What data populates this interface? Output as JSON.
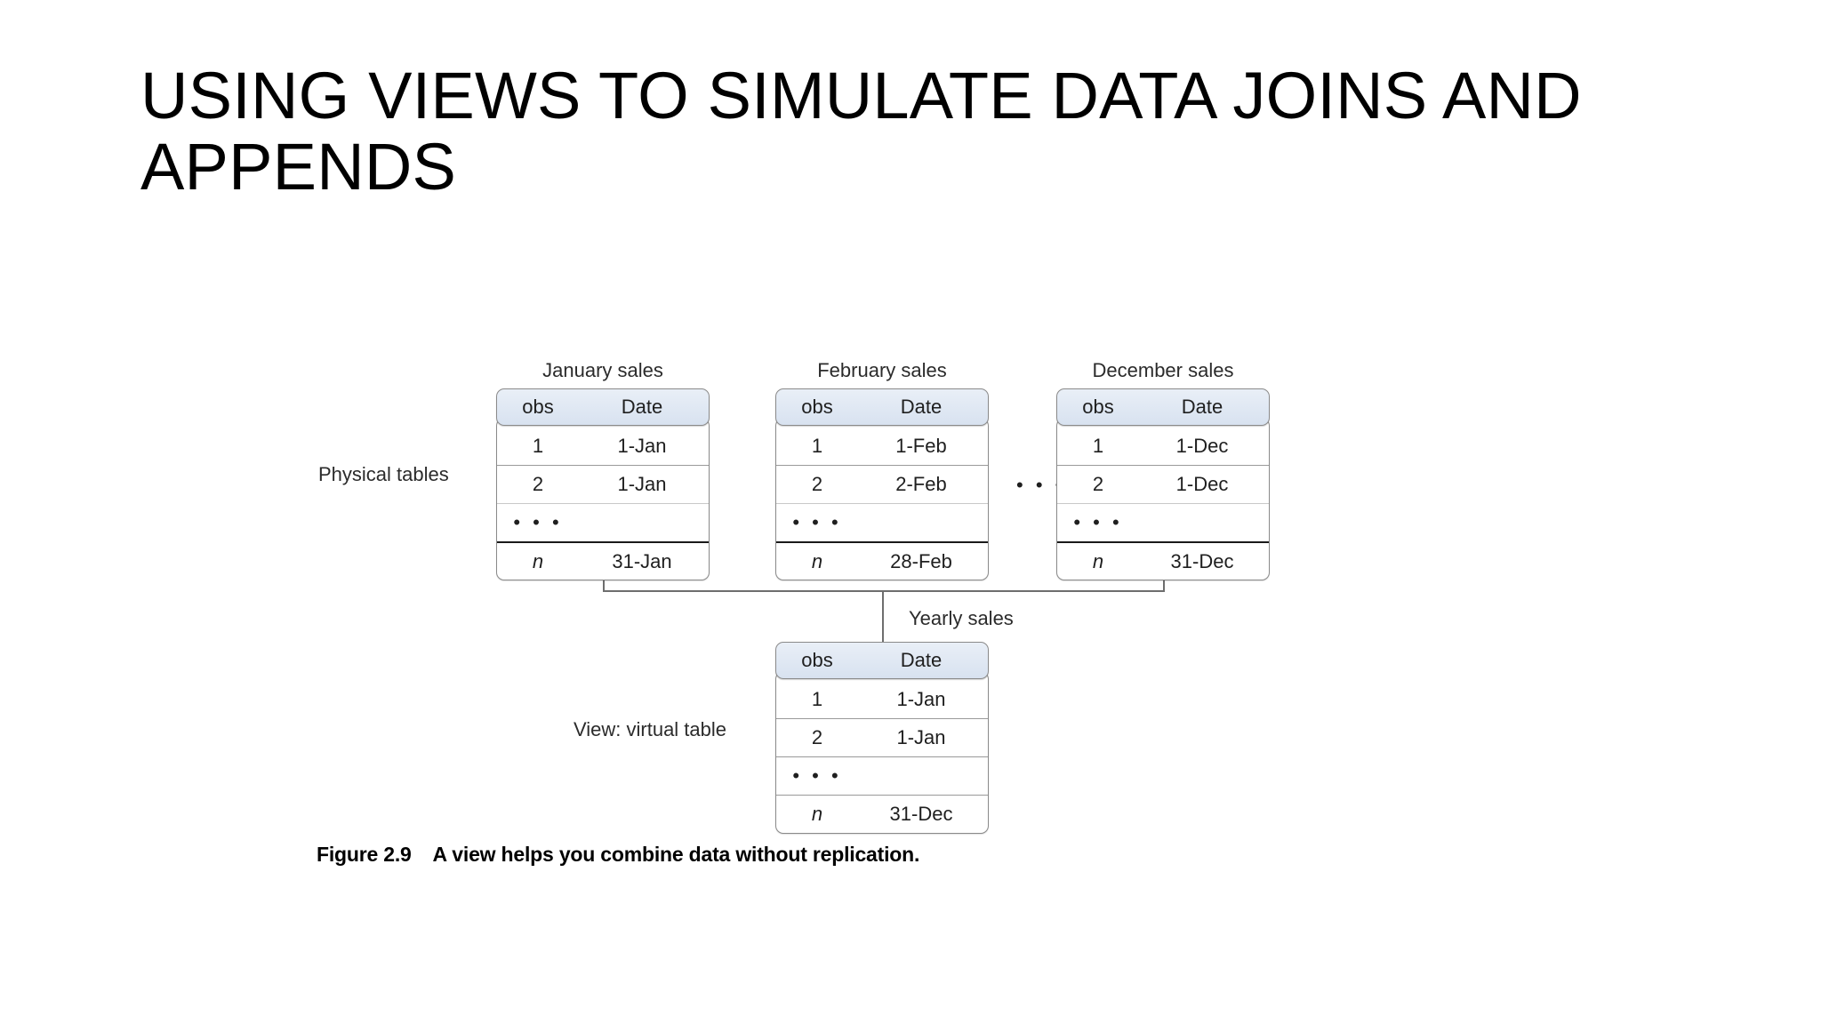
{
  "slide": {
    "title": "USING VIEWS TO SIMULATE DATA JOINS AND APPENDS"
  },
  "figure": {
    "caption_number": "Figure 2.9",
    "caption_text": "A view helps you combine data without replication.",
    "caption_full": "Figure 2.9    A view helps you combine data without replication.",
    "left_label_physical": "Physical tables",
    "left_label_view": "View: virtual table",
    "between_tables_ellipsis": "• • •",
    "columns": [
      "obs",
      "Date"
    ],
    "physical_tables": [
      {
        "title": "January sales",
        "rows": [
          {
            "obs": "1",
            "date": "1-Jan"
          },
          {
            "obs": "2",
            "date": "1-Jan"
          },
          {
            "obs": "• • •",
            "date": ""
          },
          {
            "obs": "n",
            "date": "31-Jan"
          }
        ]
      },
      {
        "title": "February sales",
        "rows": [
          {
            "obs": "1",
            "date": "1-Feb"
          },
          {
            "obs": "2",
            "date": "2-Feb"
          },
          {
            "obs": "• • •",
            "date": ""
          },
          {
            "obs": "n",
            "date": "28-Feb"
          }
        ]
      },
      {
        "title": "December sales",
        "rows": [
          {
            "obs": "1",
            "date": "1-Dec"
          },
          {
            "obs": "2",
            "date": "1-Dec"
          },
          {
            "obs": "• • •",
            "date": ""
          },
          {
            "obs": "n",
            "date": "31-Dec"
          }
        ]
      }
    ],
    "view_table": {
      "title": "Yearly sales",
      "rows": [
        {
          "obs": "1",
          "date": "1-Jan"
        },
        {
          "obs": "2",
          "date": "1-Jan"
        },
        {
          "obs": "• • •",
          "date": ""
        },
        {
          "obs": "n",
          "date": "31-Dec"
        }
      ]
    }
  },
  "colors": {
    "header_fill": "#dce4ef",
    "table_border": "#8a8a8a",
    "connector": "#6e6e6e",
    "text": "#1f1f1f",
    "background": "#ffffff"
  }
}
